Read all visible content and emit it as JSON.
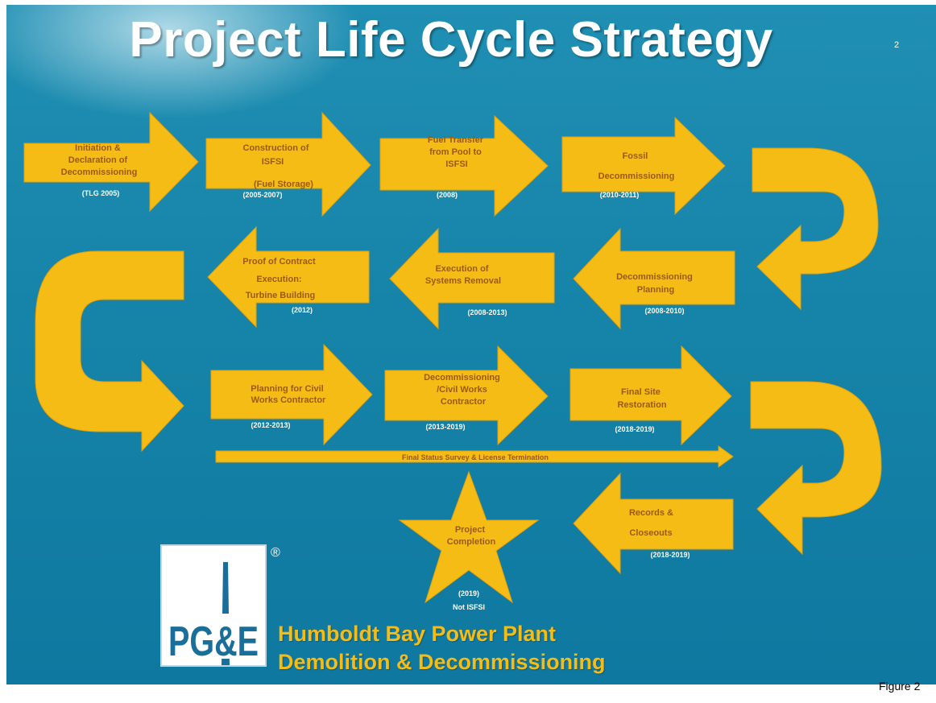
{
  "title": "Project Life Cycle Strategy",
  "page_number": "2",
  "figure_label": "Figure 2",
  "colors": {
    "background": "#1684a8",
    "arrow_fill": "#f6bc16",
    "label_text": "#9a5a10",
    "title": "#ffffff"
  },
  "row1": [
    {
      "label": [
        "Initiation &",
        "Declaration of",
        "Decommissioning"
      ],
      "date": "(TLG 2005)"
    },
    {
      "label": [
        "Construction of",
        "ISFSI",
        "(Fuel Storage)"
      ],
      "date": "(2005-2007)"
    },
    {
      "label": [
        "Fuel Transfer",
        "from Pool to",
        "ISFSI"
      ],
      "date": "(2008)"
    },
    {
      "label": [
        "Fossil",
        "Decommissioning"
      ],
      "date": "(2010-2011)"
    }
  ],
  "row2": [
    {
      "label": [
        "Decommissioning",
        "Planning"
      ],
      "date": "(2008-2010)"
    },
    {
      "label": [
        "Execution of",
        "Systems Removal"
      ],
      "date": "(2008-2013)"
    },
    {
      "label": [
        "Proof of Contract",
        "Execution:",
        "Turbine Building"
      ],
      "date": "(2012)"
    }
  ],
  "row3": [
    {
      "label": [
        "Planning for Civil",
        "Works Contractor"
      ],
      "date": "(2012-2013)"
    },
    {
      "label": [
        "Decommissioning",
        "/Civil Works",
        "Contractor"
      ],
      "date": "(2013-2019)"
    },
    {
      "label": [
        "Final Site",
        "Restoration"
      ],
      "date": "(2018-2019)"
    }
  ],
  "long_bar": "Final Status Survey & License Termination",
  "row4": [
    {
      "label": [
        "Records &",
        "Closeouts"
      ],
      "date": "(2018-2019)"
    }
  ],
  "completion": {
    "label": [
      "Project",
      "Completion"
    ],
    "date": "(2019)",
    "note": "Not ISFSI"
  },
  "logo": {
    "text": "PG&E",
    "registered": "®"
  },
  "company": {
    "line1": "Humboldt Bay Power Plant",
    "line2": "Demolition & Decommissioning"
  }
}
